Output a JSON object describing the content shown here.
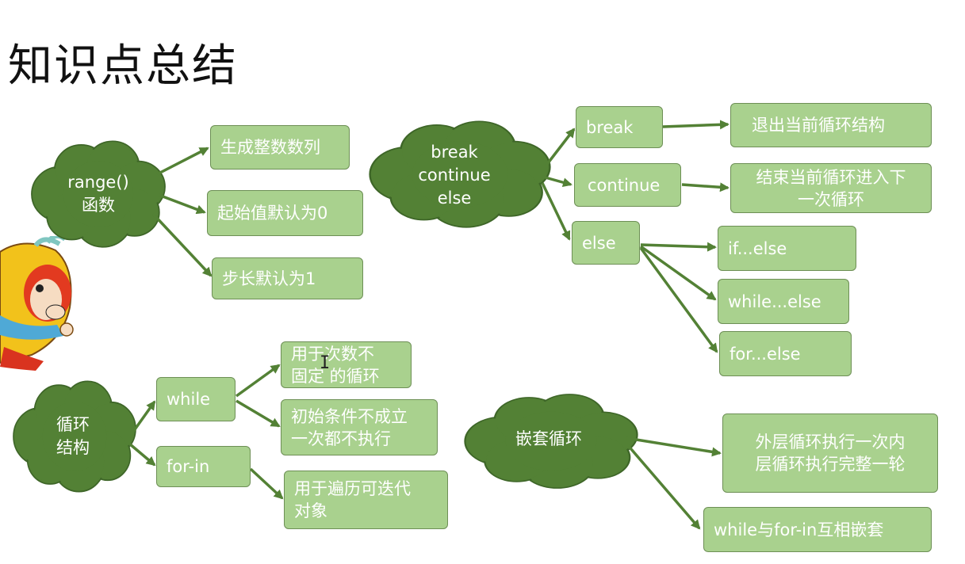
{
  "title": "知识点总结",
  "clouds": {
    "range": "range()\n函数",
    "break": "break\ncontinue\nelse",
    "loop": "循环\n结构",
    "nest": "嵌套循环"
  },
  "boxes": {
    "gen_list": "生成整数数列",
    "start_default": "起始值默认为0",
    "step_default": "步长默认为1",
    "break": "break",
    "continue": "continue",
    "else": "else",
    "break_desc": "退出当前循环结构",
    "continue_desc": "结束当前循环进入下\n一次循环",
    "if_else": "if...else",
    "while_else": "while...else",
    "for_else": "for...else",
    "while": "while",
    "for_in": "for-in",
    "while_desc1": "用于次数不\n固定 的循环",
    "while_desc2": "初始条件不成立\n一次都不执行",
    "forin_desc": "用于遍历可迭代\n对象",
    "nest_desc1": "外层循环执行一次内\n层循环执行完整一轮",
    "nest_desc2": "while与for-in互相嵌套"
  },
  "colors": {
    "cloud": "#538135",
    "box": "#a9d18e",
    "arrow": "#538135"
  }
}
